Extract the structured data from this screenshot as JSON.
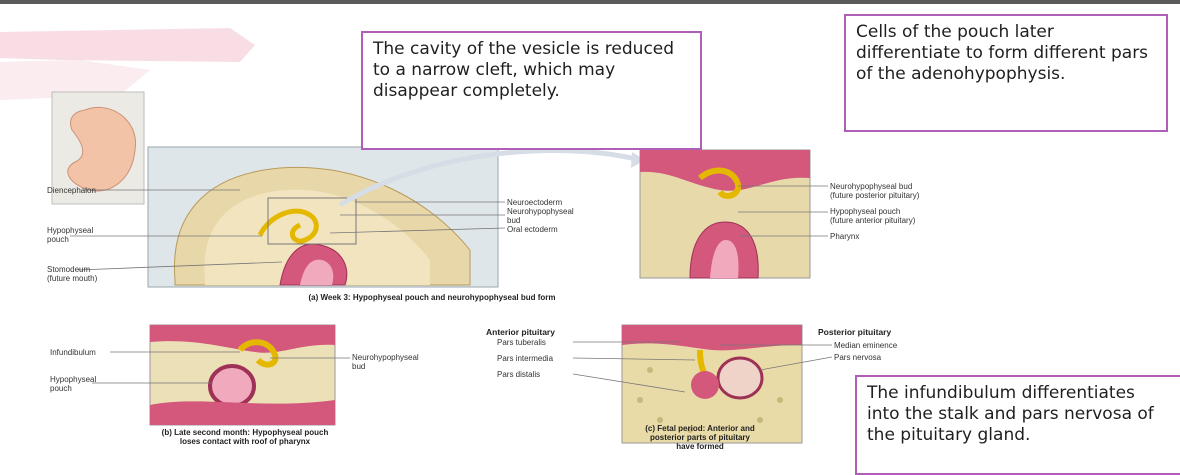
{
  "callouts": {
    "vesicle": "The cavity of the vesicle is reduced to a narrow cleft, which may disappear completely.",
    "pouch": "Cells of the pouch later differentiate to form different pars of the adenohypophysis.",
    "infundibulum": "The infundibulum differentiates into the stalk and pars nervosa of the pituitary gland."
  },
  "panel_a": {
    "left_labels": [
      "Diencephalon",
      "Hypophyseal\npouch",
      "Stomodeum\n(future mouth)"
    ],
    "right_labels": [
      "Neuroectoderm",
      "Neurohypophyseal\nbud",
      "Oral ectoderm"
    ],
    "caption": "(a) Week 3: Hypophyseal pouch and neurohypophyseal bud form"
  },
  "panel_a_zoom": {
    "labels": [
      "Neurohypophyseal bud\n(future posterior pituitary)",
      "Hypophyseal pouch\n(future anterior pituitary)",
      "Pharynx"
    ]
  },
  "panel_b": {
    "left_labels": [
      "Infundibulum",
      "Hypophyseal\npouch"
    ],
    "right_label": "Neurohypophyseal\nbud",
    "caption": "(b) Late second month: Hypophyseal pouch\nloses contact with roof of pharynx"
  },
  "panel_c": {
    "anterior_header": "Anterior pituitary",
    "anterior_labels": [
      "Pars tuberalis",
      "Pars intermedia",
      "Pars distalis"
    ],
    "posterior_header": "Posterior pituitary",
    "posterior_labels": [
      "Median eminence",
      "Pars nervosa"
    ],
    "caption": "(c) Fetal period: Anterior and\nposterior parts of pituitary\nhave formed"
  }
}
